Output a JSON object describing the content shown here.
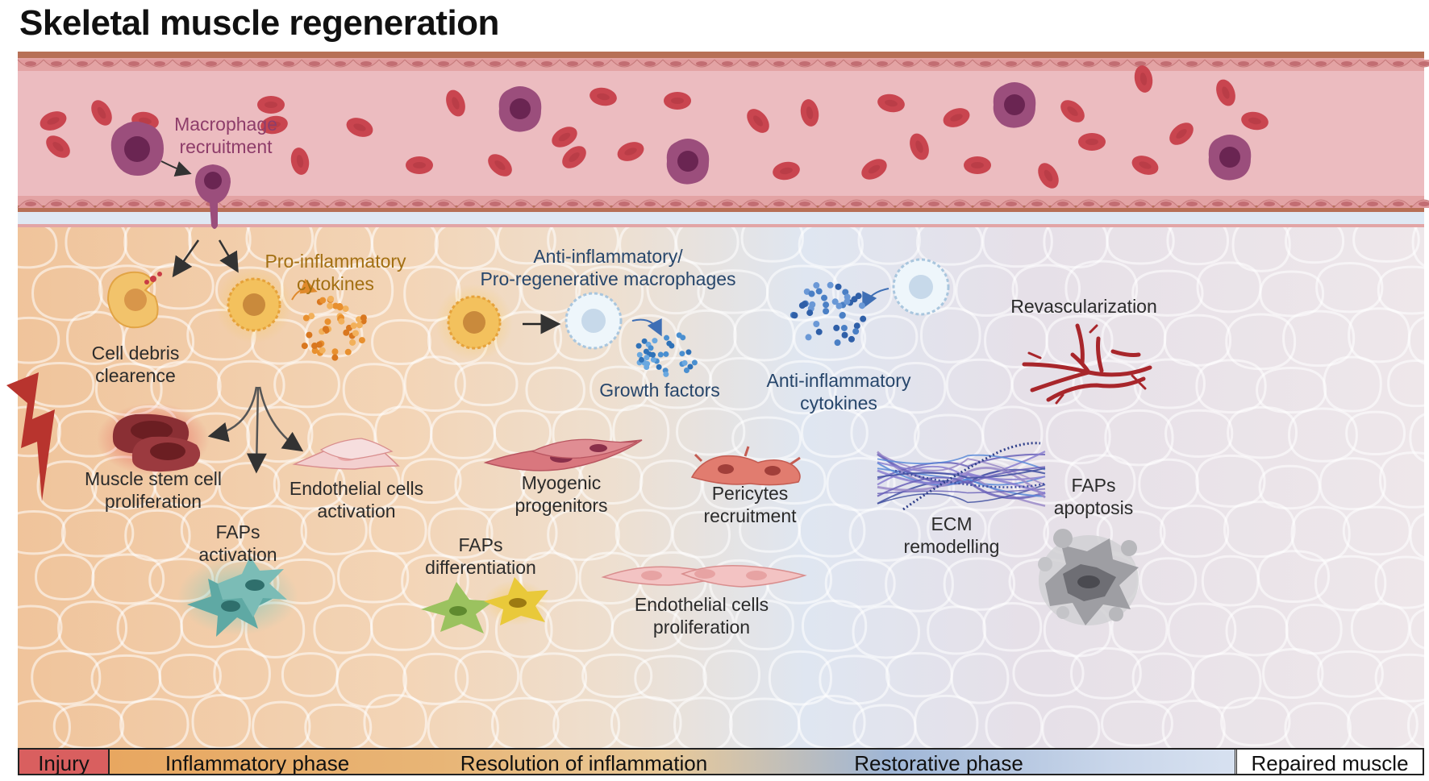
{
  "title": "Skeletal muscle regeneration",
  "labels": {
    "macrophage_recruitment": [
      "Macrophage",
      "recruitment"
    ],
    "pro_inflammatory": [
      "Pro-inflammatory",
      "cytokines"
    ],
    "cell_debris": [
      "Cell debris",
      "clearence"
    ],
    "msc_proliferation": [
      "Muscle stem cell",
      "proliferation"
    ],
    "endothelial_activation": [
      "Endothelial cells",
      "activation"
    ],
    "faps_activation": [
      "FAPs",
      "activation"
    ],
    "anti_inflammatory_macrophages": [
      "Anti-inflammatory/",
      "Pro-regenerative macrophages"
    ],
    "growth_factors": "Growth factors",
    "anti_inflammatory_cytokines": [
      "Anti-inflammatory",
      "cytokines"
    ],
    "myogenic_progenitors": [
      "Myogenic",
      "progenitors"
    ],
    "faps_differentiation": [
      "FAPs",
      "differentiation"
    ],
    "pericytes_recruitment": [
      "Pericytes",
      "recruitment"
    ],
    "endothelial_proliferation": [
      "Endothelial cells",
      "proliferation"
    ],
    "revascularization": "Revascularization",
    "ecm_remodelling": [
      "ECM",
      "remodelling"
    ],
    "faps_apoptosis": [
      "FAPs",
      "apoptosis"
    ]
  },
  "phases": {
    "injury": "Injury",
    "inflammatory": "Inflammatory phase",
    "resolution": "Resolution of inflammation",
    "restorative": "Restorative phase",
    "repaired": "Repaired muscle"
  },
  "colors": {
    "vessel": "#ecbcc0",
    "rbc": "#c9454f",
    "macrophage": "#9b4e7c",
    "pro_macrophage": "#f0b54b",
    "anti_macrophage": "#e6f1f8",
    "injury": "#d95f5f"
  }
}
